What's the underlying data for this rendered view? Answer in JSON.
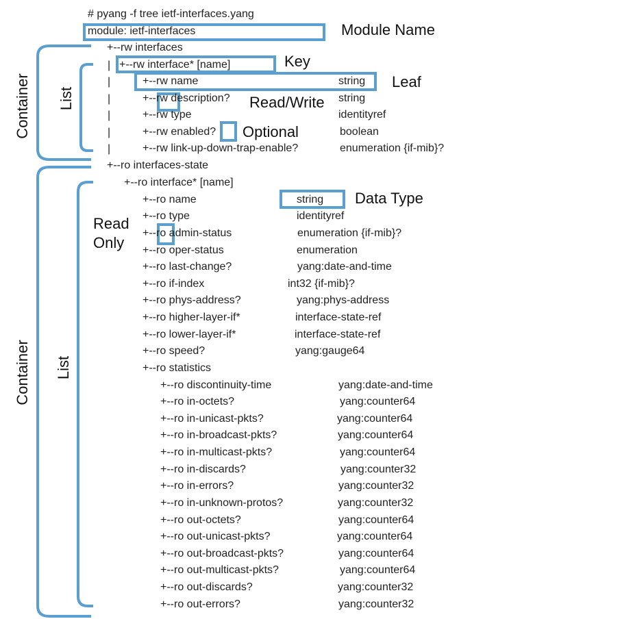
{
  "cli": {
    "command": "# pyang -f tree ietf-interfaces.yang",
    "module": "module: ietf-interfaces"
  },
  "tree": {
    "interfaces": {
      "node": "+--rw interfaces",
      "pipes": [
        "|",
        "|",
        "|",
        "|",
        "|",
        "|"
      ],
      "interface": {
        "node": "+--rw interface* [name]",
        "leaves": [
          {
            "node": "+--rw name",
            "type": "string"
          },
          {
            "node": "+--rw description?",
            "type": "string"
          },
          {
            "node": "+--rw type",
            "type": "identityref"
          },
          {
            "node": "+--rw enabled?",
            "type": "boolean"
          },
          {
            "node": "+--rw link-up-down-trap-enable?",
            "type": "enumeration {if-mib}?"
          }
        ]
      }
    },
    "interfaces_state": {
      "node": "+--ro interfaces-state",
      "interface": {
        "node": "+--ro interface* [name]",
        "leaves": [
          {
            "node": "+--ro name",
            "type": "string"
          },
          {
            "node": "+--ro type",
            "type": "identityref"
          },
          {
            "node": "+--ro admin-status",
            "type": "enumeration {if-mib}?"
          },
          {
            "node": "+--ro oper-status",
            "type": "enumeration"
          },
          {
            "node": "+--ro last-change?",
            "type": "yang:date-and-time"
          },
          {
            "node": "+--ro if-index",
            "type": "int32 {if-mib}?"
          },
          {
            "node": "+--ro phys-address?",
            "type": "yang:phys-address"
          },
          {
            "node": "+--ro higher-layer-if*",
            "type": "interface-state-ref"
          },
          {
            "node": "+--ro lower-layer-if*",
            "type": "interface-state-ref"
          },
          {
            "node": "+--ro speed?",
            "type": "yang:gauge64"
          },
          {
            "node": "+--ro statistics",
            "type": ""
          }
        ],
        "statistics": [
          {
            "node": "+--ro discontinuity-time",
            "type": "yang:date-and-time"
          },
          {
            "node": "+--ro in-octets?",
            "type": "yang:counter64"
          },
          {
            "node": "+--ro in-unicast-pkts?",
            "type": "yang:counter64"
          },
          {
            "node": "+--ro in-broadcast-pkts?",
            "type": "yang:counter64"
          },
          {
            "node": "+--ro in-multicast-pkts?",
            "type": "yang:counter64"
          },
          {
            "node": "+--ro in-discards?",
            "type": "yang:counter32"
          },
          {
            "node": "+--ro in-errors?",
            "type": "yang:counter32"
          },
          {
            "node": "+--ro in-unknown-protos?",
            "type": "yang:counter32"
          },
          {
            "node": "+--ro out-octets?",
            "type": "yang:counter64"
          },
          {
            "node": "+--ro out-unicast-pkts?",
            "type": "yang:counter64"
          },
          {
            "node": "+--ro out-broadcast-pkts?",
            "type": "yang:counter64"
          },
          {
            "node": "+--ro out-multicast-pkts?",
            "type": "yang:counter64"
          },
          {
            "node": "+--ro out-discards?",
            "type": "yang:counter32"
          },
          {
            "node": "+--ro out-errors?",
            "type": "yang:counter32"
          }
        ]
      }
    }
  },
  "annotations": {
    "module_name": "Module Name",
    "key": "Key",
    "leaf": "Leaf",
    "read_write": "Read/Write",
    "optional": "Optional",
    "data_type": "Data Type",
    "read_only": "Read\nOnly",
    "container_top": "Container",
    "list_top": "List",
    "container_bottom": "Container",
    "list_bottom": "List"
  },
  "colors": {
    "highlight": "#5b9fd1"
  }
}
